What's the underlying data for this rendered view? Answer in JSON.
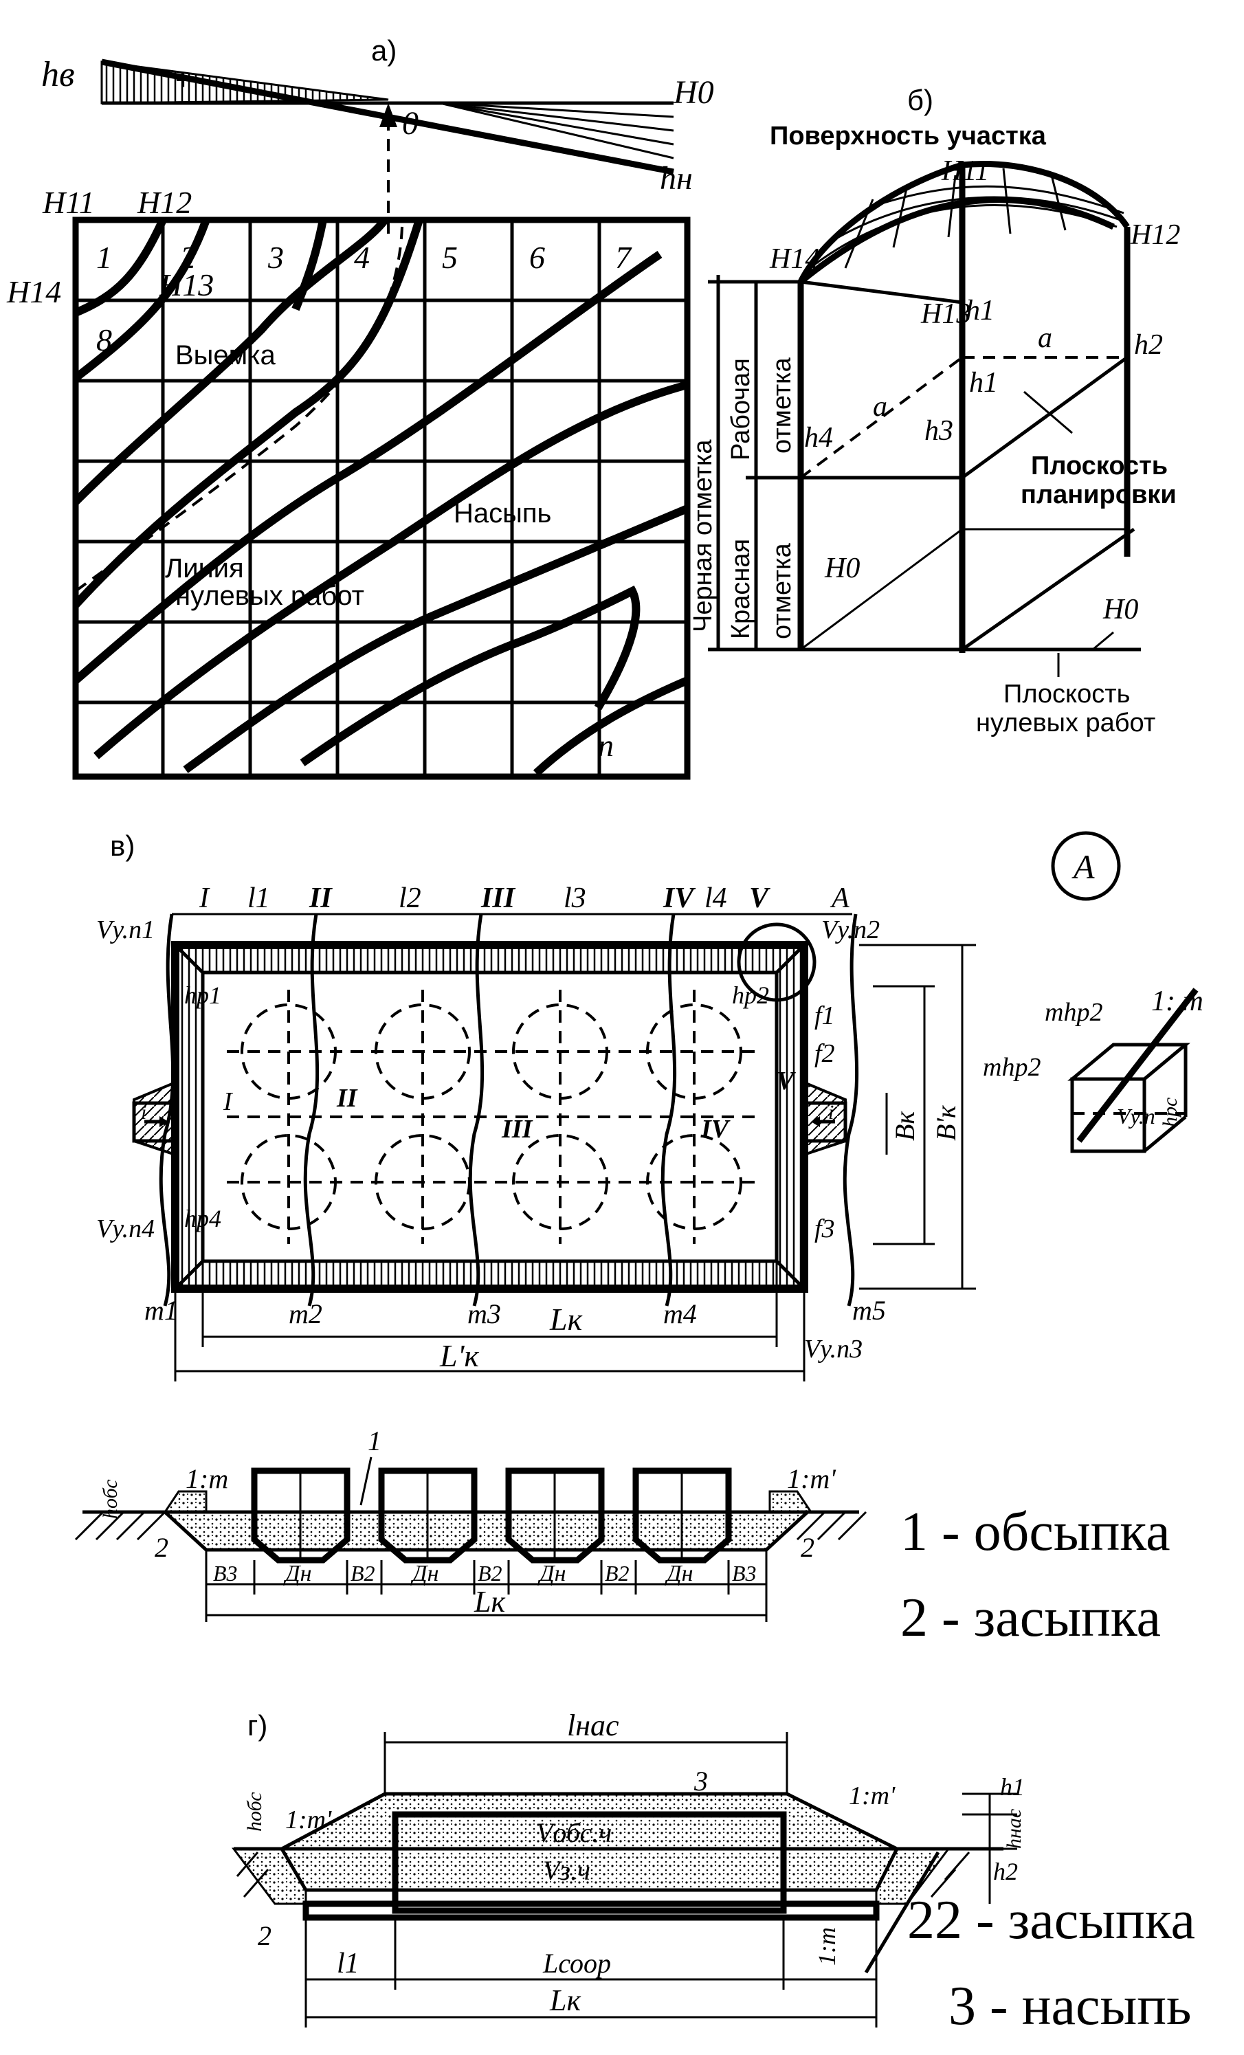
{
  "panel_a": {
    "label": "а)",
    "h_v": "hв",
    "plus": "+",
    "H0": "H0",
    "h_n": "hн",
    "zero": "0",
    "H11": "H11",
    "H12": "H12",
    "H13": "H13",
    "H14": "H14",
    "cells": [
      "1",
      "2",
      "3",
      "4",
      "5",
      "6",
      "7",
      "8"
    ],
    "cut": "Выемка",
    "fill": "Насыпь",
    "zero_line_1": "Линия",
    "zero_line_2": "нулевых работ",
    "n": "n"
  },
  "panel_b": {
    "label": "б)",
    "surface": "Поверхность участка",
    "H11": "H11",
    "H12": "H12",
    "H13": "H13",
    "H14": "H14",
    "h1": "h1",
    "h1b": "h1",
    "h2": "h2",
    "h3": "h3",
    "h4": "h4",
    "a1": "a",
    "a2": "a",
    "H0": "H0",
    "H0b": "H0",
    "black_mark": "Черная отметка",
    "working_1": "Рабочая",
    "working_2": "отметка",
    "red_1": "Красная",
    "red_2": "отметка",
    "plan_plane_1": "Плоскость",
    "plan_plane_2": "планировки",
    "zero_plane_1": "Плоскость",
    "zero_plane_2": "нулевых работ"
  },
  "panel_v": {
    "label": "в)",
    "sections": [
      "I",
      "II",
      "III",
      "IV",
      "V"
    ],
    "l": [
      "l1",
      "l2",
      "l3",
      "l4"
    ],
    "A": "A",
    "Vyn1": "Vу.п1",
    "Vyn2": "Vу.п2",
    "Vyn3": "Vу.п3",
    "Vyn4": "Vу.п4",
    "hp1": "hр1",
    "hp2": "hр2",
    "hp4": "hр4",
    "f1": "f1",
    "f2": "f2",
    "f3": "f3",
    "m": [
      "m1",
      "m2",
      "m3",
      "m4",
      "m5"
    ],
    "Lk": "Lк",
    "Lk_prime": "L'к",
    "Bk": "Bк",
    "Bk_prime": "B'к",
    "i": "i",
    "callout_A": "A",
    "callout_slope": "1: m",
    "callout_mhp1": "mhр2",
    "callout_mhp2": "mhр2",
    "callout_vyn": "Vу.п",
    "callout_hpc": "hрс"
  },
  "section_v": {
    "slope_left": "1:m",
    "slope_right": "1:m'",
    "h_obs": "hобс",
    "one": "1",
    "two_left": "2",
    "two_right": "2",
    "B3": "B3",
    "B2": "B2",
    "Dn": "Дн",
    "Lk": "Lк",
    "legend_1": "1 - обсыпка",
    "legend_2": "2 - засыпка"
  },
  "panel_g": {
    "label": "г)",
    "l_nas": "lнас",
    "three": "3",
    "slope_left": "1:m'",
    "slope_right": "1:m'",
    "h_nas": "hнас",
    "h1": "h1",
    "h2": "h2",
    "h_obs": "hобс",
    "V_obs": "Vобс.ч",
    "V_z": "Vз.ч",
    "two": "2",
    "two_r": "2",
    "slope_bottom": "1:m",
    "l1": "l1",
    "L_soor": "Lсоор",
    "Lk": "Lк",
    "legend_2": "2 - засыпка",
    "legend_3": "3 - насыпь"
  }
}
